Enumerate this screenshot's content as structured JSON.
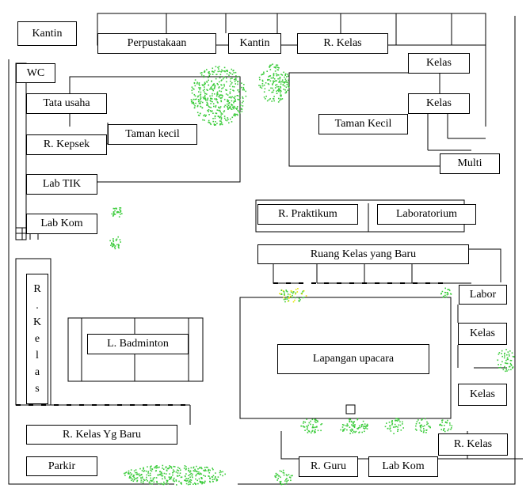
{
  "rooms": {
    "kantin_top_left": "Kantin",
    "perpustakaan": "Perpustakaan",
    "kantin_top": "Kantin",
    "r_kelas_top": "R. Kelas",
    "kelas_right_1": "Kelas",
    "kelas_right_2": "Kelas",
    "wc": "WC",
    "tata_usaha": "Tata usaha",
    "taman_kecil_left": "Taman kecil",
    "r_kepsek": "R. Kepsek",
    "taman_kecil_right": "Taman Kecil",
    "multi": "Multi",
    "lab_tik": "Lab TIK",
    "lab_kom_left": "Lab Kom",
    "r_praktikum": "R. Praktikum",
    "laboratorium": "Laboratorium",
    "ruang_kelas_baru": "Ruang Kelas yang Baru",
    "r_kelas_vertical": [
      "R",
      ".",
      "K",
      "e",
      "l",
      "a",
      "s"
    ],
    "l_badminton": "L. Badminton",
    "labor": "Labor",
    "kelas_east_1": "Kelas",
    "lapangan_upacara": "Lapangan upacara",
    "kelas_east_2": "Kelas",
    "r_kelas_yg_baru": "R. Kelas Yg Baru",
    "r_kelas_bottom_right": "R. Kelas",
    "parkir": "Parkir",
    "r_guru": "R. Guru",
    "lab_kom_bottom": "Lab Kom"
  },
  "colors": {
    "line": "#000000",
    "tree": "#3ccc3c",
    "flower": "#e6e600"
  }
}
